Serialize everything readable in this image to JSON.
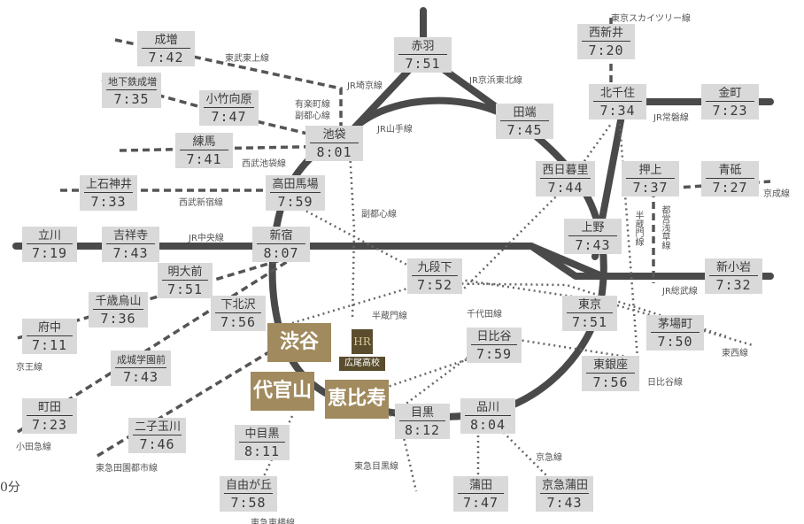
{
  "stations": {
    "narimasu": {
      "name": "成増",
      "time": "7:42"
    },
    "chikatetsu_narimasu": {
      "name": "地下鉄成増",
      "time": "7:35"
    },
    "kotake_mukaihara": {
      "name": "小竹向原",
      "time": "7:47"
    },
    "nerima": {
      "name": "練馬",
      "time": "7:41"
    },
    "ikebukuro": {
      "name": "池袋",
      "time": "8:01"
    },
    "akabane": {
      "name": "赤羽",
      "time": "7:51"
    },
    "nishiarai": {
      "name": "西新井",
      "time": "7:20"
    },
    "kitasenju": {
      "name": "北千住",
      "time": "7:34"
    },
    "kanamachi": {
      "name": "金町",
      "time": "7:23"
    },
    "tabata": {
      "name": "田端",
      "time": "7:45"
    },
    "nishinippori": {
      "name": "西日暮里",
      "time": "7:44"
    },
    "oshiage": {
      "name": "押上",
      "time": "7:37"
    },
    "aoto": {
      "name": "青砥",
      "time": "7:27"
    },
    "kami_shakujii": {
      "name": "上石神井",
      "time": "7:33"
    },
    "takadanobaba": {
      "name": "高田馬場",
      "time": "7:59"
    },
    "ueno": {
      "name": "上野",
      "time": "7:43"
    },
    "tachikawa": {
      "name": "立川",
      "time": "7:19"
    },
    "kichijoji": {
      "name": "吉祥寺",
      "time": "7:43"
    },
    "shinjuku": {
      "name": "新宿",
      "time": "8:07"
    },
    "kudanshita": {
      "name": "九段下",
      "time": "7:52"
    },
    "shinkoiwa": {
      "name": "新小岩",
      "time": "7:32"
    },
    "meidaimae": {
      "name": "明大前",
      "time": "7:51"
    },
    "chitose_karasuyama": {
      "name": "千歳烏山",
      "time": "7:36"
    },
    "shimokitazawa": {
      "name": "下北沢",
      "time": "7:56"
    },
    "tokyo": {
      "name": "東京",
      "time": "7:51"
    },
    "kayabacho": {
      "name": "茅場町",
      "time": "7:50"
    },
    "fuchu": {
      "name": "府中",
      "time": "7:11"
    },
    "seijogakuenmae": {
      "name": "成城学園前",
      "time": "7:43"
    },
    "hibiya": {
      "name": "日比谷",
      "time": "7:59"
    },
    "higashiginza": {
      "name": "東銀座",
      "time": "7:56"
    },
    "machida": {
      "name": "町田",
      "time": "7:23"
    },
    "futakotamagawa": {
      "name": "二子玉川",
      "time": "7:46"
    },
    "meguro": {
      "name": "目黒",
      "time": "8:12"
    },
    "shinagawa": {
      "name": "品川",
      "time": "8:04"
    },
    "nakameguro": {
      "name": "中目黒",
      "time": "8:11"
    },
    "jiyugaoka": {
      "name": "自由が丘",
      "time": "7:58"
    },
    "kamata": {
      "name": "蒲田",
      "time": "7:47"
    },
    "keikyu_kamata": {
      "name": "京急蒲田",
      "time": "7:43"
    }
  },
  "highlight_stations": {
    "shibuya": "渋谷",
    "daikanyama": "代官山",
    "ebisu": "恵比寿"
  },
  "school": {
    "mark": "HR",
    "name": "広尾高校"
  },
  "line_labels": {
    "tobu_tojo": "東武東上線",
    "tobu_skytree": "東京スカイツリー線",
    "jr_saikyo": "JR埼京線",
    "jr_keihin_tohoku": "JR京浜東北線",
    "yurakucho_fukutoshin": "有楽町線\n副都心線",
    "jr_yamanote": "JR山手線",
    "jr_joban": "JR常磐線",
    "seibu_ikebukuro": "西武池袋線",
    "seibu_shinjuku": "西武新宿線",
    "fukutoshin": "副都心線",
    "keisei": "京成線",
    "hanzomon_v": "半蔵門線",
    "toei_asakusa": "都営浅草線",
    "jr_chuo": "JR中央線",
    "jr_sobu": "JR総武線",
    "hanzomon": "半蔵門線",
    "chiyoda": "千代田線",
    "tozai": "東西線",
    "keio": "京王線",
    "hibiya": "日比谷線",
    "odakyu": "小田急線",
    "tokyu_meguro": "東急目黒線",
    "keikyu": "京急線",
    "tokyu_denentoshi": "東急田園都市線",
    "tokyu_toyoko": "東急東横線"
  },
  "edge_text": "0分",
  "colors": {
    "station_bg": "#d9d9d9",
    "highlight_bg": "#a08a5e",
    "line": "#4a4a4a",
    "school_bg": "#5a4d2e"
  }
}
